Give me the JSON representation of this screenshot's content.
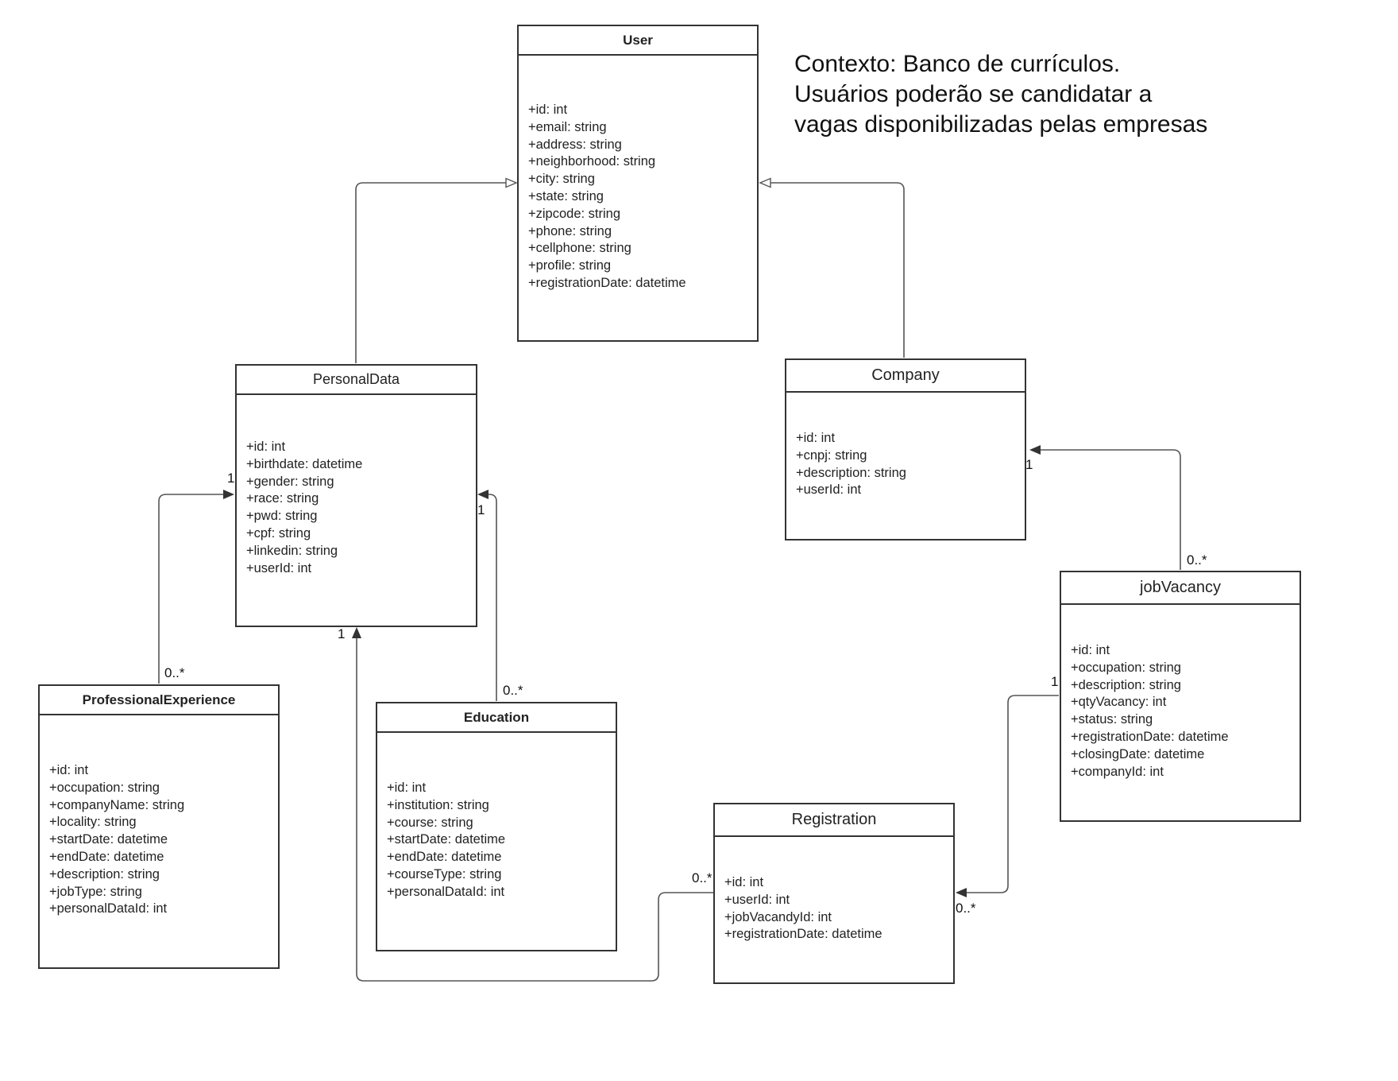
{
  "context": {
    "lines": [
      "Contexto: Banco de currículos.",
      "Usuários poderão se candidatar a",
      "vagas disponibilizadas pelas empresas"
    ]
  },
  "classes": {
    "user": {
      "name": "User",
      "attributes": [
        "+id: int",
        "+email: string",
        "+address: string",
        "+neighborhood: string",
        "+city: string",
        "+state: string",
        "+zipcode: string",
        "+phone: string",
        "+cellphone: string",
        "+profile: string",
        "+registrationDate: datetime"
      ]
    },
    "personal_data": {
      "name": "PersonalData",
      "attributes": [
        "+id: int",
        "+birthdate: datetime",
        "+gender: string",
        "+race: string",
        "+pwd: string",
        "+cpf: string",
        "+linkedin: string",
        "+userId: int"
      ]
    },
    "company": {
      "name": "Company",
      "attributes": [
        "+id: int",
        "+cnpj: string",
        "+description: string",
        "+userId: int"
      ]
    },
    "job_vacancy": {
      "name": "jobVacancy",
      "attributes": [
        "+id: int",
        "+occupation: string",
        "+description: string",
        "+qtyVacancy: int",
        "+status: string",
        "+registrationDate: datetime",
        "+closingDate: datetime",
        "+companyId: int"
      ]
    },
    "professional_experience": {
      "name": "ProfessionalExperience",
      "attributes": [
        "+id: int",
        "+occupation: string",
        "+companyName: string",
        "+locality: string",
        "+startDate: datetime",
        "+endDate: datetime",
        "+description: string",
        "+jobType: string",
        "+personalDataId: int"
      ]
    },
    "education": {
      "name": "Education",
      "attributes": [
        "+id: int",
        "+institution: string",
        "+course: string",
        "+startDate: datetime",
        "+endDate: datetime",
        "+courseType: string",
        "+personalDataId: int"
      ]
    },
    "registration": {
      "name": "Registration",
      "attributes": [
        "+id: int",
        "+userId: int",
        "+jobVacandyId: int",
        "+registrationDate: datetime"
      ]
    }
  },
  "multiplicities": {
    "pd_exp_one": "1",
    "exp_many": "0..*",
    "pd_edu_one": "1",
    "edu_many": "0..*",
    "pd_reg_one": "1",
    "reg_pd_many": "0..*",
    "company_one": "1",
    "vacancy_many": "0..*",
    "vacancy_one": "1",
    "reg_vac_many": "0..*"
  }
}
